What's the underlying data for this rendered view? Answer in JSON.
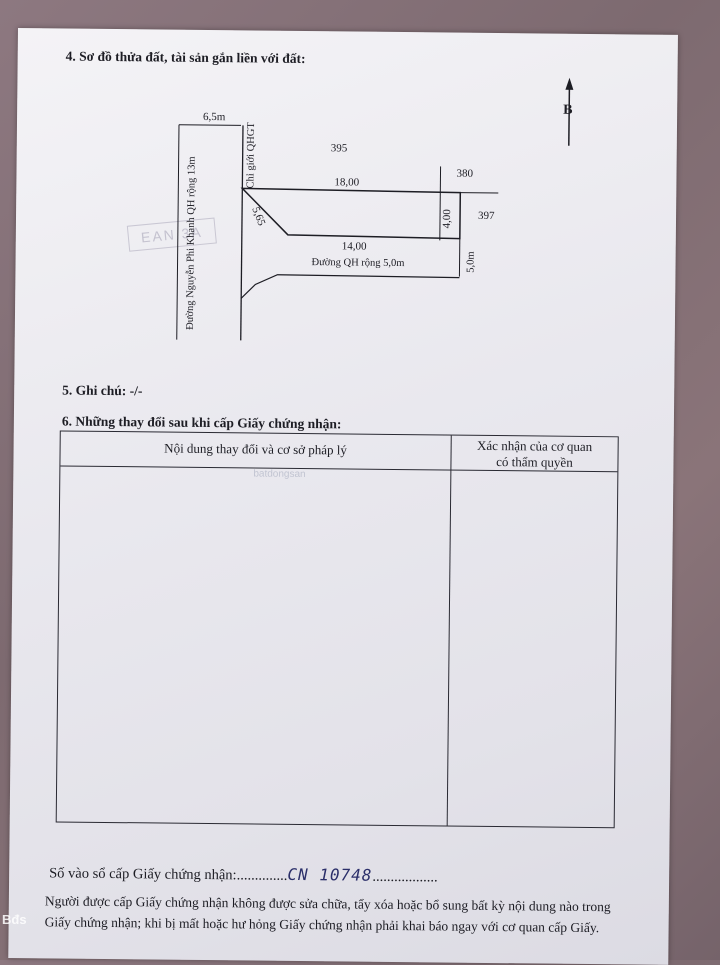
{
  "section4": {
    "title": "4. Sơ đồ thửa đất, tài sản gắn liền với đất:"
  },
  "diagram": {
    "north_label": "B",
    "road_width_label": "6,5m",
    "road_main_label": "Đường Nguyễn Phi Khanh QH rộng 13m",
    "boundary_label": "Chỉ giới QHGT",
    "parcel_395": "395",
    "parcel_380": "380",
    "parcel_397": "397",
    "dim_top": "18,00",
    "dim_right": "4,00",
    "dim_bottom": "14,00",
    "dim_corner": "5,65",
    "road_small_label": "Đường QH rộng 5,0m",
    "road_small_width": "5,0m"
  },
  "stamp_text": "EAN 3A",
  "section5": {
    "title": "5. Ghi chú: -/-"
  },
  "section6": {
    "title": "6. Những thay đổi sau khi cấp Giấy chứng nhận:"
  },
  "table": {
    "col1_header": "Nội dung thay đổi và cơ sở pháp lý",
    "col2_header_line1": "Xác nhận của cơ quan",
    "col2_header_line2": "có thẩm quyền"
  },
  "watermark": "batdongsan",
  "footer": {
    "register_label": "Số vào sổ cấp Giấy chứng nhận:",
    "register_dots": "..............",
    "register_number": "CN 10748",
    "register_dots_after": "..................",
    "note_line1": "Người được cấp Giấy chứng nhận không được sửa chữa, tẩy xóa hoặc bổ sung bất kỳ nội dung nào trong",
    "note_line2": "Giấy chứng nhận; khi bị mất hoặc hư hỏng Giấy chứng nhận phải khai báo ngay với cơ quan cấp Giấy."
  },
  "logo_text": "Bđs"
}
